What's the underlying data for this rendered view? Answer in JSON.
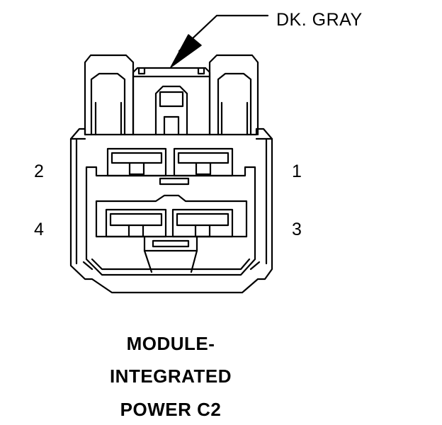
{
  "wire_color_label": "DK. GRAY",
  "pins": [
    {
      "number": "2"
    },
    {
      "number": "1"
    },
    {
      "number": "4"
    },
    {
      "number": "3"
    }
  ],
  "title": {
    "line1": "MODULE-",
    "line2": "INTEGRATED",
    "line3": "POWER C2"
  },
  "colors": {
    "line": "#000000",
    "background": "#ffffff"
  }
}
